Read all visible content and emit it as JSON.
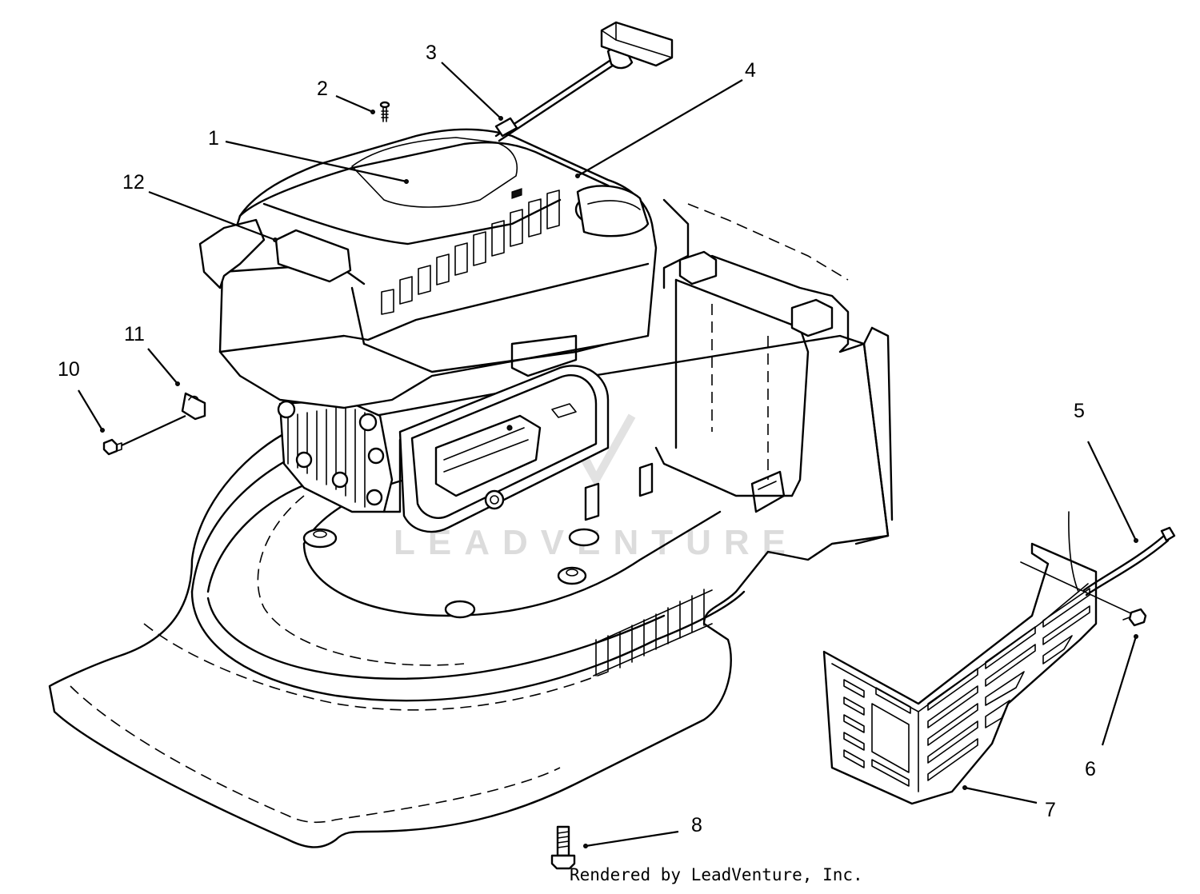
{
  "diagram": {
    "callouts": [
      "1",
      "2",
      "3",
      "4",
      "5",
      "6",
      "7",
      "8",
      "10",
      "11",
      "12"
    ],
    "watermark": "LEADVENTURE",
    "footer": "Rendered by LeadVenture, Inc."
  }
}
